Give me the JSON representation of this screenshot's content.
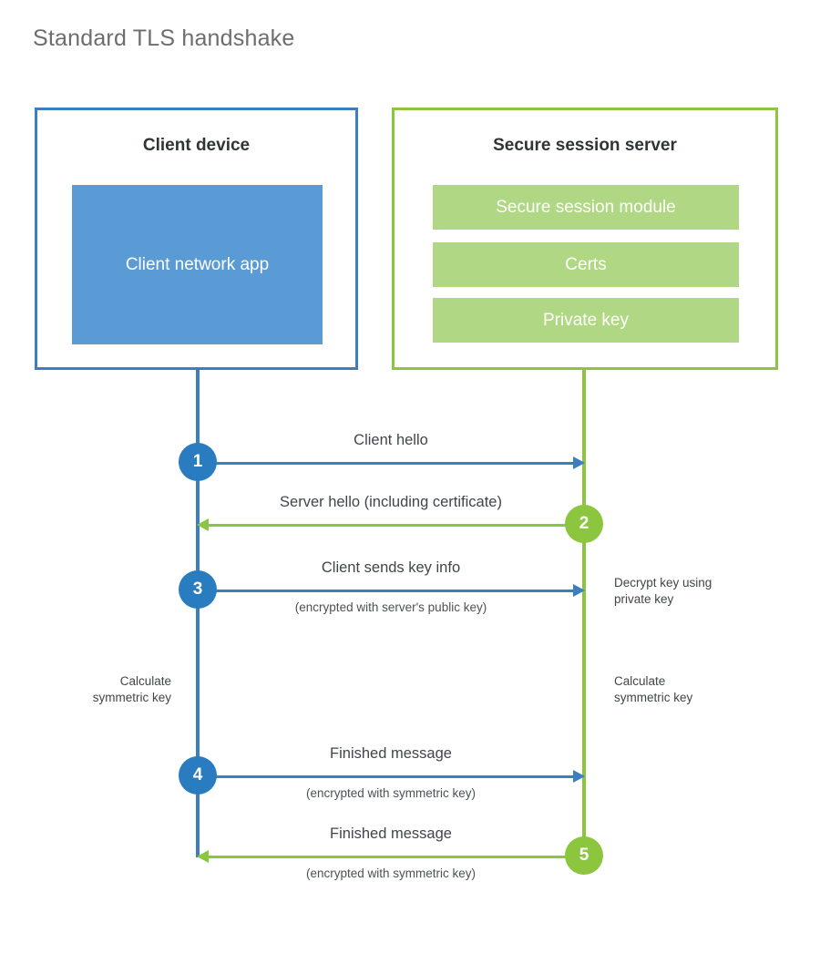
{
  "title": "Standard TLS handshake",
  "entities": {
    "client": {
      "title": "Client device",
      "block": "Client network\napp",
      "border_color": "#3d7ebc",
      "block_color": "#5b9bd5"
    },
    "server": {
      "title": "Secure session server",
      "blocks": [
        "Secure session module",
        "Certs",
        "Private key"
      ],
      "border_color": "#8cc63e",
      "block_color": "#b0d884"
    }
  },
  "steps": [
    {
      "number": "1",
      "label": "Client hello",
      "sublabel": "",
      "direction": "client-to-server",
      "color": "#3d7ebc"
    },
    {
      "number": "2",
      "label": "Server hello (including certificate)",
      "sublabel": "",
      "direction": "server-to-client",
      "color": "#8cc63e"
    },
    {
      "number": "3",
      "label": "Client sends key info",
      "sublabel": "(encrypted with server's public key)",
      "direction": "client-to-server",
      "color": "#3d7ebc"
    },
    {
      "number": "4",
      "label": "Finished message",
      "sublabel": "(encrypted with symmetric key)",
      "direction": "client-to-server",
      "color": "#3d7ebc"
    },
    {
      "number": "5",
      "label": "Finished message",
      "sublabel": "(encrypted with symmetric key)",
      "direction": "server-to-client",
      "color": "#8cc63e"
    }
  ],
  "annotations": {
    "server_decrypt": "Decrypt key using\nprivate key",
    "client_calculate": "Calculate\nsymmetric key",
    "server_calculate": "Calculate\nsymmetric key"
  }
}
